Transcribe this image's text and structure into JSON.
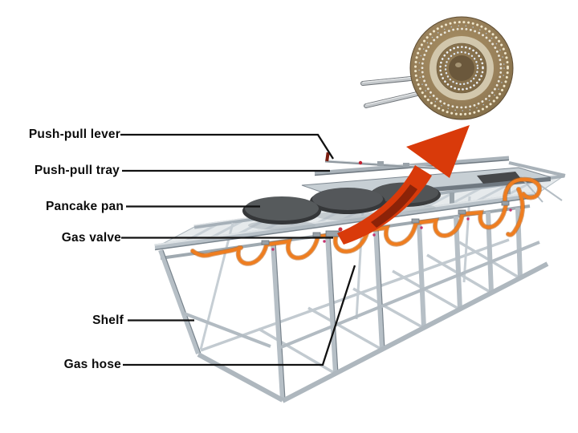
{
  "figure": {
    "description": "Labeled diagram of a gas pancake machine with an enlarged inset photo of a circular gas burner",
    "labels": {
      "push_pull_lever": "Push-pull lever",
      "push_pull_tray": "Push-pull tray",
      "pancake_pan": "Pancake pan",
      "gas_valve": "Gas valve",
      "shelf": "Shelf",
      "gas_hose": "Gas hose"
    },
    "icons": {
      "arrow": "curved-red-arrow-icon",
      "burner": "gas-burner-photo-inset"
    },
    "colors": {
      "background": "#ffffff",
      "label_text": "#0b0b0b",
      "leader_line": "#111111",
      "arrow_red": "#d93a0a",
      "arrow_shadow": "#7e2008",
      "hose_orange": "#ef7d1f",
      "hose_dark": "#b5570a",
      "steel": "#b7c0c7",
      "steel_dark": "#78838c",
      "steel_light": "#dde2e5",
      "pan_dark": "#353739",
      "pan_top": "#56595c",
      "burner_bronze": "#957d52",
      "burner_center": "#6b583c",
      "valve_red": "#c62b3c"
    }
  }
}
